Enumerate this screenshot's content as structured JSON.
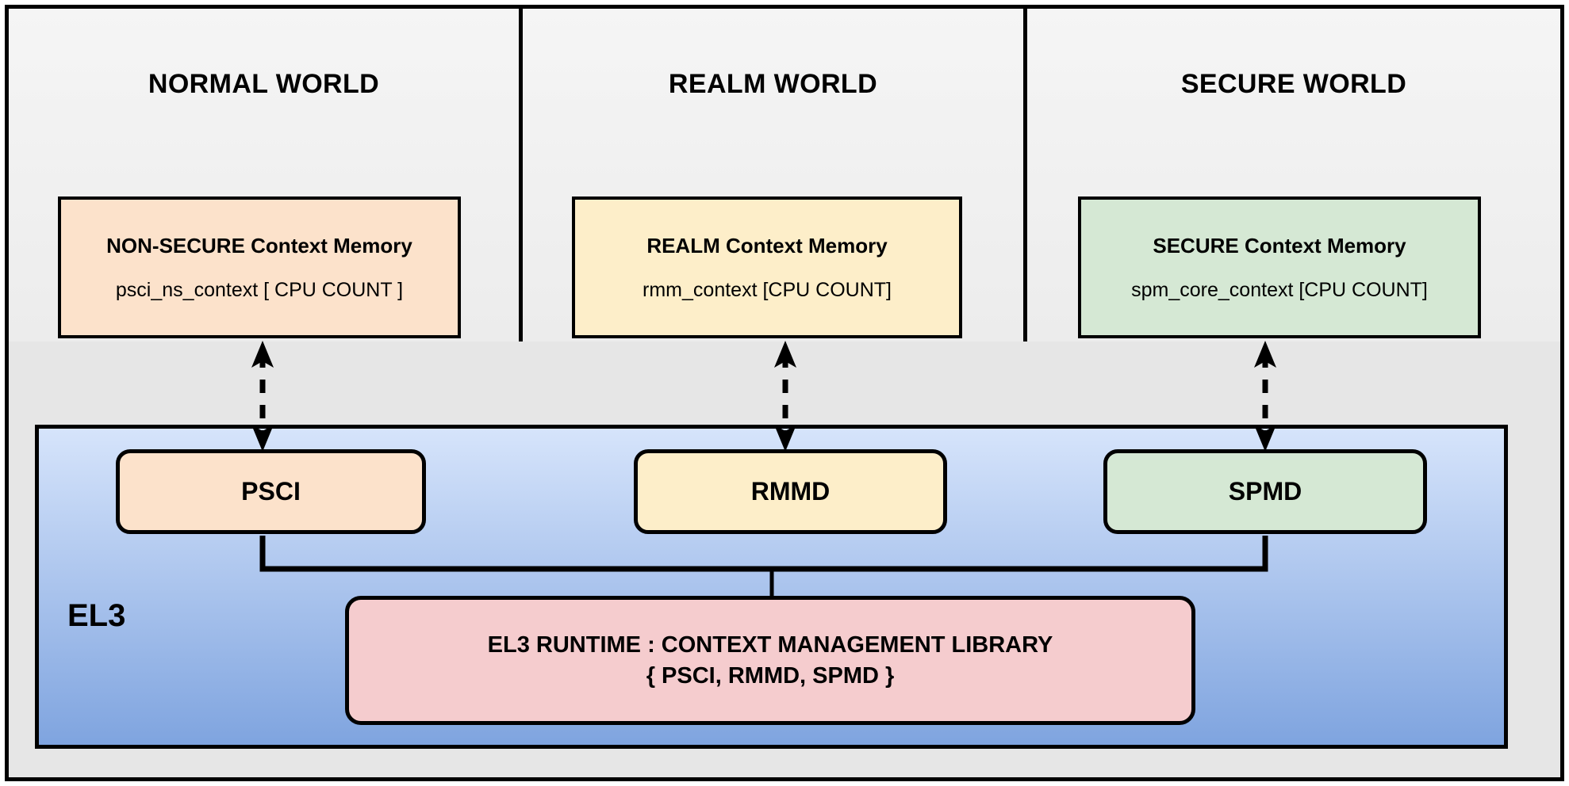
{
  "diagram": {
    "title_hidden": "",
    "worlds": [
      {
        "id": "normal",
        "title": "NORMAL WORLD",
        "context_box": {
          "title": "NON-SECURE Context Memory",
          "subtitle": "psci_ns_context  [ CPU COUNT ]",
          "fill": "#fce2cb"
        },
        "dispatcher": {
          "label": "PSCI",
          "fill": "#fce2cb"
        },
        "link": "bidirectional-dashed"
      },
      {
        "id": "realm",
        "title": "REALM WORLD",
        "context_box": {
          "title": "REALM Context Memory",
          "subtitle": "rmm_context [CPU COUNT]",
          "fill": "#fdeec9"
        },
        "dispatcher": {
          "label": "RMMD",
          "fill": "#fdeec9"
        },
        "link": "bidirectional-dashed"
      },
      {
        "id": "secure",
        "title": "SECURE WORLD",
        "context_box": {
          "title": "SECURE Context Memory",
          "subtitle": "spm_core_context  [CPU COUNT]",
          "fill": "#d5e8d4"
        },
        "dispatcher": {
          "label": "SPMD",
          "fill": "#d5e8d4"
        },
        "link": "bidirectional-dashed"
      }
    ],
    "el3": {
      "label": "EL3",
      "fill_top": "#d6e4fb",
      "fill_bottom": "#7fa4df",
      "runtime": {
        "line1": "EL3 RUNTIME : CONTEXT MANAGEMENT LIBRARY",
        "line2": "{ PSCI, RMMD, SPMD }",
        "fill": "#f5ccce"
      }
    },
    "colors": {
      "stroke": "#000000",
      "panel_bg_top": "#f5f5f5",
      "panel_bg_bottom": "#ececec",
      "canvas_bg": "#e6e6e6"
    }
  }
}
